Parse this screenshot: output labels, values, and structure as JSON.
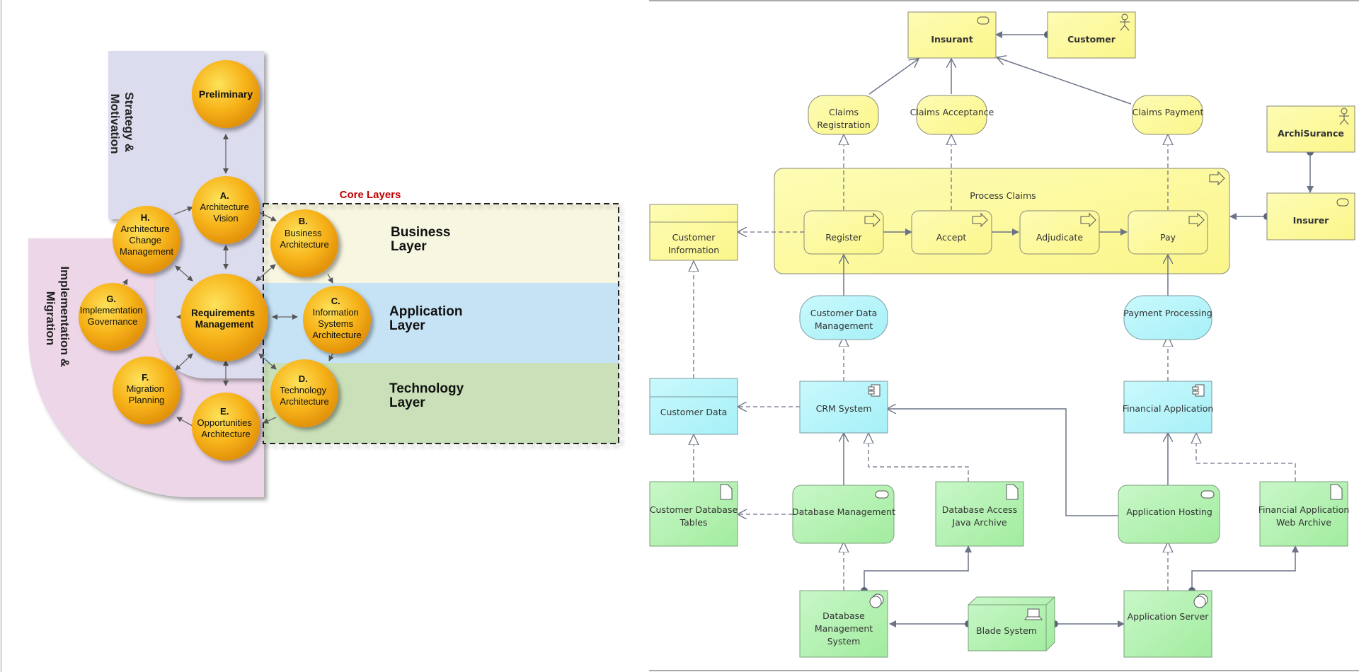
{
  "left_diagram": {
    "strategy_label": [
      "Strategy &",
      "Motivation"
    ],
    "implementation_label": [
      "Implementation &",
      "Migration"
    ],
    "core_layers_title": "Core Layers",
    "layers": {
      "business": [
        "Business",
        "Layer"
      ],
      "application": [
        "Application",
        "Layer"
      ],
      "technology": [
        "Technology",
        "Layer"
      ]
    },
    "phases": {
      "preliminary": [
        "Preliminary"
      ],
      "a": [
        "A.",
        "Architecture",
        "Vision"
      ],
      "b": [
        "B.",
        "Business",
        "Architecture"
      ],
      "c": [
        "C.",
        "Information",
        "Systems",
        "Architecture"
      ],
      "d": [
        "D.",
        "Technology",
        "Architecture"
      ],
      "e": [
        "E.",
        "Opportunities",
        "Architecture"
      ],
      "f": [
        "F.",
        "Migration",
        "Planning"
      ],
      "g": [
        "G.",
        "Implementation",
        "Governance"
      ],
      "h": [
        "H.",
        "Architecture",
        "Change",
        "Management"
      ],
      "req": [
        "Requirements",
        "Management"
      ]
    },
    "colors": {
      "strategy_bg": "#dcdcef",
      "impl_bg": "#ecd6e8",
      "business_bg": "#f7f6e1",
      "application_bg": "#c6e3f5",
      "technology_bg": "#c9e0b8",
      "circle": "#f7b31a",
      "core_title": "#c00000"
    }
  },
  "right_diagram": {
    "nodes": {
      "insurant": [
        "Insurant"
      ],
      "customer": [
        "Customer"
      ],
      "archisurance": [
        "ArchiSurance"
      ],
      "insurer": [
        "Insurer"
      ],
      "claims_registration": [
        "Claims",
        "Registration"
      ],
      "claims_acceptance": [
        "Claims Acceptance"
      ],
      "claims_payment": [
        "Claims Payment"
      ],
      "process_claims": [
        "Process Claims"
      ],
      "register": [
        "Register"
      ],
      "accept": [
        "Accept"
      ],
      "adjudicate": [
        "Adjudicate"
      ],
      "pay": [
        "Pay"
      ],
      "customer_information": [
        "Customer",
        "Information"
      ],
      "customer_data_management": [
        "Customer Data",
        "Management"
      ],
      "payment_processing": [
        "Payment Processing"
      ],
      "customer_data": [
        "Customer Data"
      ],
      "crm_system": [
        "CRM System"
      ],
      "financial_application": [
        "Financial Application"
      ],
      "customer_database_tables": [
        "Customer Database",
        "Tables"
      ],
      "database_management": [
        "Database Management"
      ],
      "database_access_java_archive": [
        "Database Access",
        "Java Archive"
      ],
      "application_hosting": [
        "Application Hosting"
      ],
      "financial_application_web_archive": [
        "Financial Application",
        "Web Archive"
      ],
      "database_management_system": [
        "Database",
        "Management",
        "System"
      ],
      "blade_system": [
        "Blade System"
      ],
      "application_server": [
        "Application Server"
      ]
    },
    "colors": {
      "business": "#fdfcb4",
      "application": "#b5f6fb",
      "technology": "#b5f4b5",
      "stroke": "#6b7386"
    }
  }
}
